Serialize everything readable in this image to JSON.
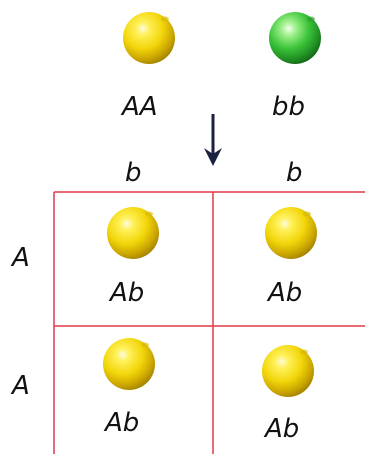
{
  "parents": {
    "left": {
      "genotype": "AA",
      "pea_color": "#f2d60a"
    },
    "right": {
      "genotype": "bb",
      "pea_color": "#3cc43a"
    }
  },
  "gametes": {
    "columns": [
      "b",
      "b"
    ],
    "rows": [
      "A",
      "A"
    ]
  },
  "offspring": [
    {
      "genotype": "Ab",
      "pea_color": "#f2d60a"
    },
    {
      "genotype": "Ab",
      "pea_color": "#f2d60a"
    },
    {
      "genotype": "Ab",
      "pea_color": "#f2d60a"
    },
    {
      "genotype": "Ab",
      "pea_color": "#f2d60a"
    }
  ],
  "colors": {
    "grid_lines": "#e03a48",
    "arrow": "#1a2240"
  }
}
